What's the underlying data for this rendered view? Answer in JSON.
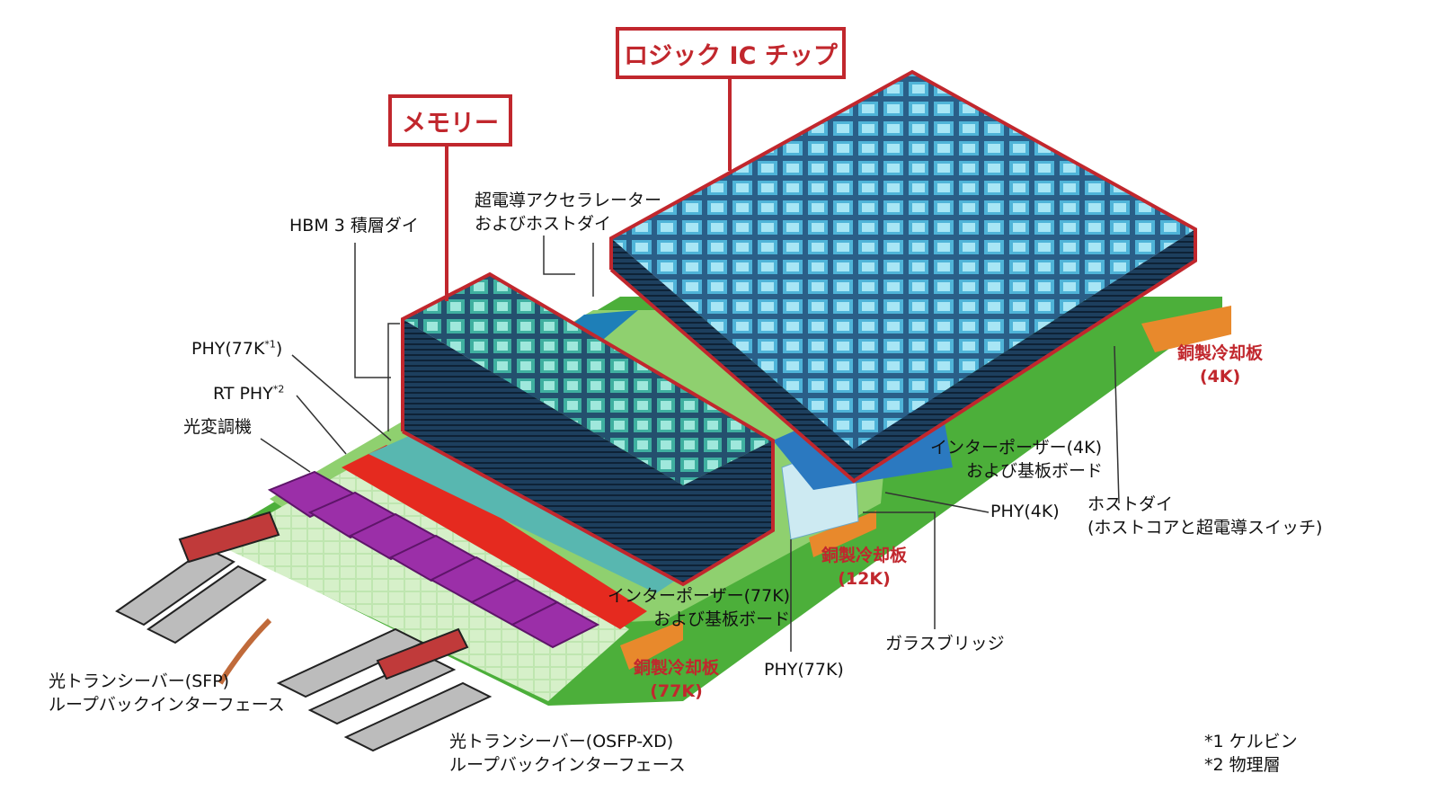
{
  "title_boxes": {
    "memory": "メモリー",
    "logic": "ロジック IC チップ"
  },
  "labels": {
    "hbm": "HBM 3 積層ダイ",
    "accelerator_l1": "超電導アクセラレーター",
    "accelerator_l2": "およびホストダイ",
    "phy77k_main": "PHY(77K",
    "phy77k_sup": "*1",
    "phy77k_close": ")",
    "rtphy_main": "RT PHY",
    "rtphy_sup": "*2",
    "modulator": "光変調機",
    "interposer4k_l1": "インターポーザー(4K)",
    "interposer4k_l2": "および基板ボード",
    "phy4k": "PHY(4K)",
    "hostdie_l1": "ホストダイ",
    "hostdie_l2": "(ホストコアと超電導スイッチ)",
    "interposer77k_l1": "インターポーザー(77K)",
    "interposer77k_l2": "および基板ボード",
    "glass_bridge": "ガラスブリッジ",
    "phy77k_bottom": "PHY(77K)",
    "sfp_l1": "光トランシーバー(SFP)",
    "sfp_l2": "ループバックインターフェース",
    "osfp_l1": "光トランシーバー(OSFP-XD)",
    "osfp_l2": "ループバックインターフェース"
  },
  "cooling_plates": {
    "k4_l1": "銅製冷却板",
    "k4_l2": "(4K)",
    "k12_l1": "銅製冷却板",
    "k12_l2": "(12K)",
    "k77_l1": "銅製冷却板",
    "k77_l2": "(77K)"
  },
  "footnotes": {
    "n1": "*1 ケルビン",
    "n2": "*2 物理層"
  },
  "colors": {
    "accent_red": "#c1272d",
    "board_green": "#5fbf3f",
    "copper": "#e8892c",
    "die_blue": "#1f4f7a",
    "purple": "#9b2fa8",
    "red_strip": "#e52a1f"
  }
}
